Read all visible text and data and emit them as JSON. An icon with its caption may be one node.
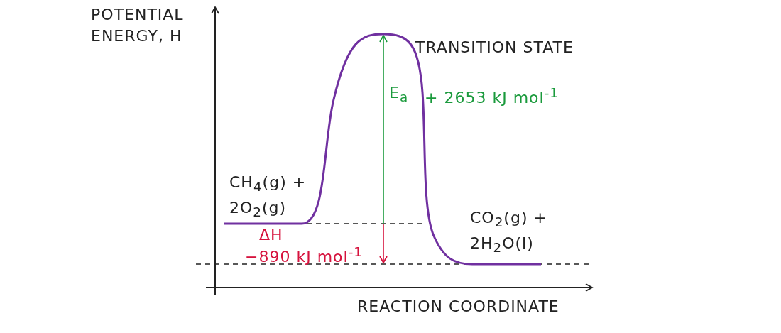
{
  "diagram": {
    "labels": [
      "POTENTIAL ENERGY, H",
      "TRANSITION STATE",
      "E$_{a}$",
      "+ 2653 kJ mol$^{-1}$",
      "CH$_{4}$(g) + 2O$_{2}$(g)",
      "CO$_{2}$(g) + 2H$_{2}$O(l)",
      "ΔH",
      "−890 kJ mol$^{-1}$",
      "REACTION COORDINATE"
    ]
  }
}
